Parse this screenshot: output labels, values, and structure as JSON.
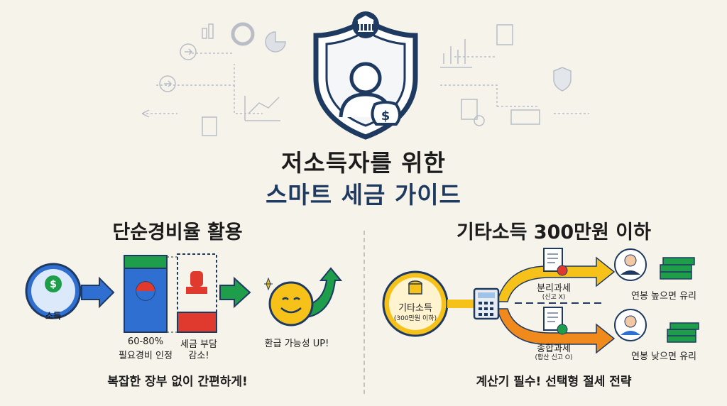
{
  "header": {
    "title_line1": "저소득자를 위한",
    "title_line2": "스마트 세금 가이드"
  },
  "left": {
    "heading": "단순경비율 활용",
    "income_label": "소득",
    "percent_label": "60-80%",
    "expense_label": "필요경비 인정",
    "tax_label1": "세금 부담",
    "tax_label2": "감소!",
    "refund_label": "환급 가능성 UP!",
    "footer": "복잡한 장부 없이 간편하게!"
  },
  "right": {
    "heading": "기타소득 300만원 이하",
    "coin_label1": "기타소득",
    "coin_label2": "(300만원 이하)",
    "upper_label1": "분리과세",
    "upper_label2": "(신고 X)",
    "lower_label1": "종합과세",
    "lower_label2": "(합산 신고 O)",
    "upper_result": "연봉 높으면 유리",
    "lower_result": "연봉 낮으면 유리",
    "footer": "계산기 필수! 선택형 절세 전략"
  },
  "colors": {
    "navy": "#1f3a60",
    "blue": "#2e6fd1",
    "green": "#1e9e4a",
    "red": "#e03a2f",
    "yellow": "#f6c21a",
    "orange": "#f08a1c"
  }
}
